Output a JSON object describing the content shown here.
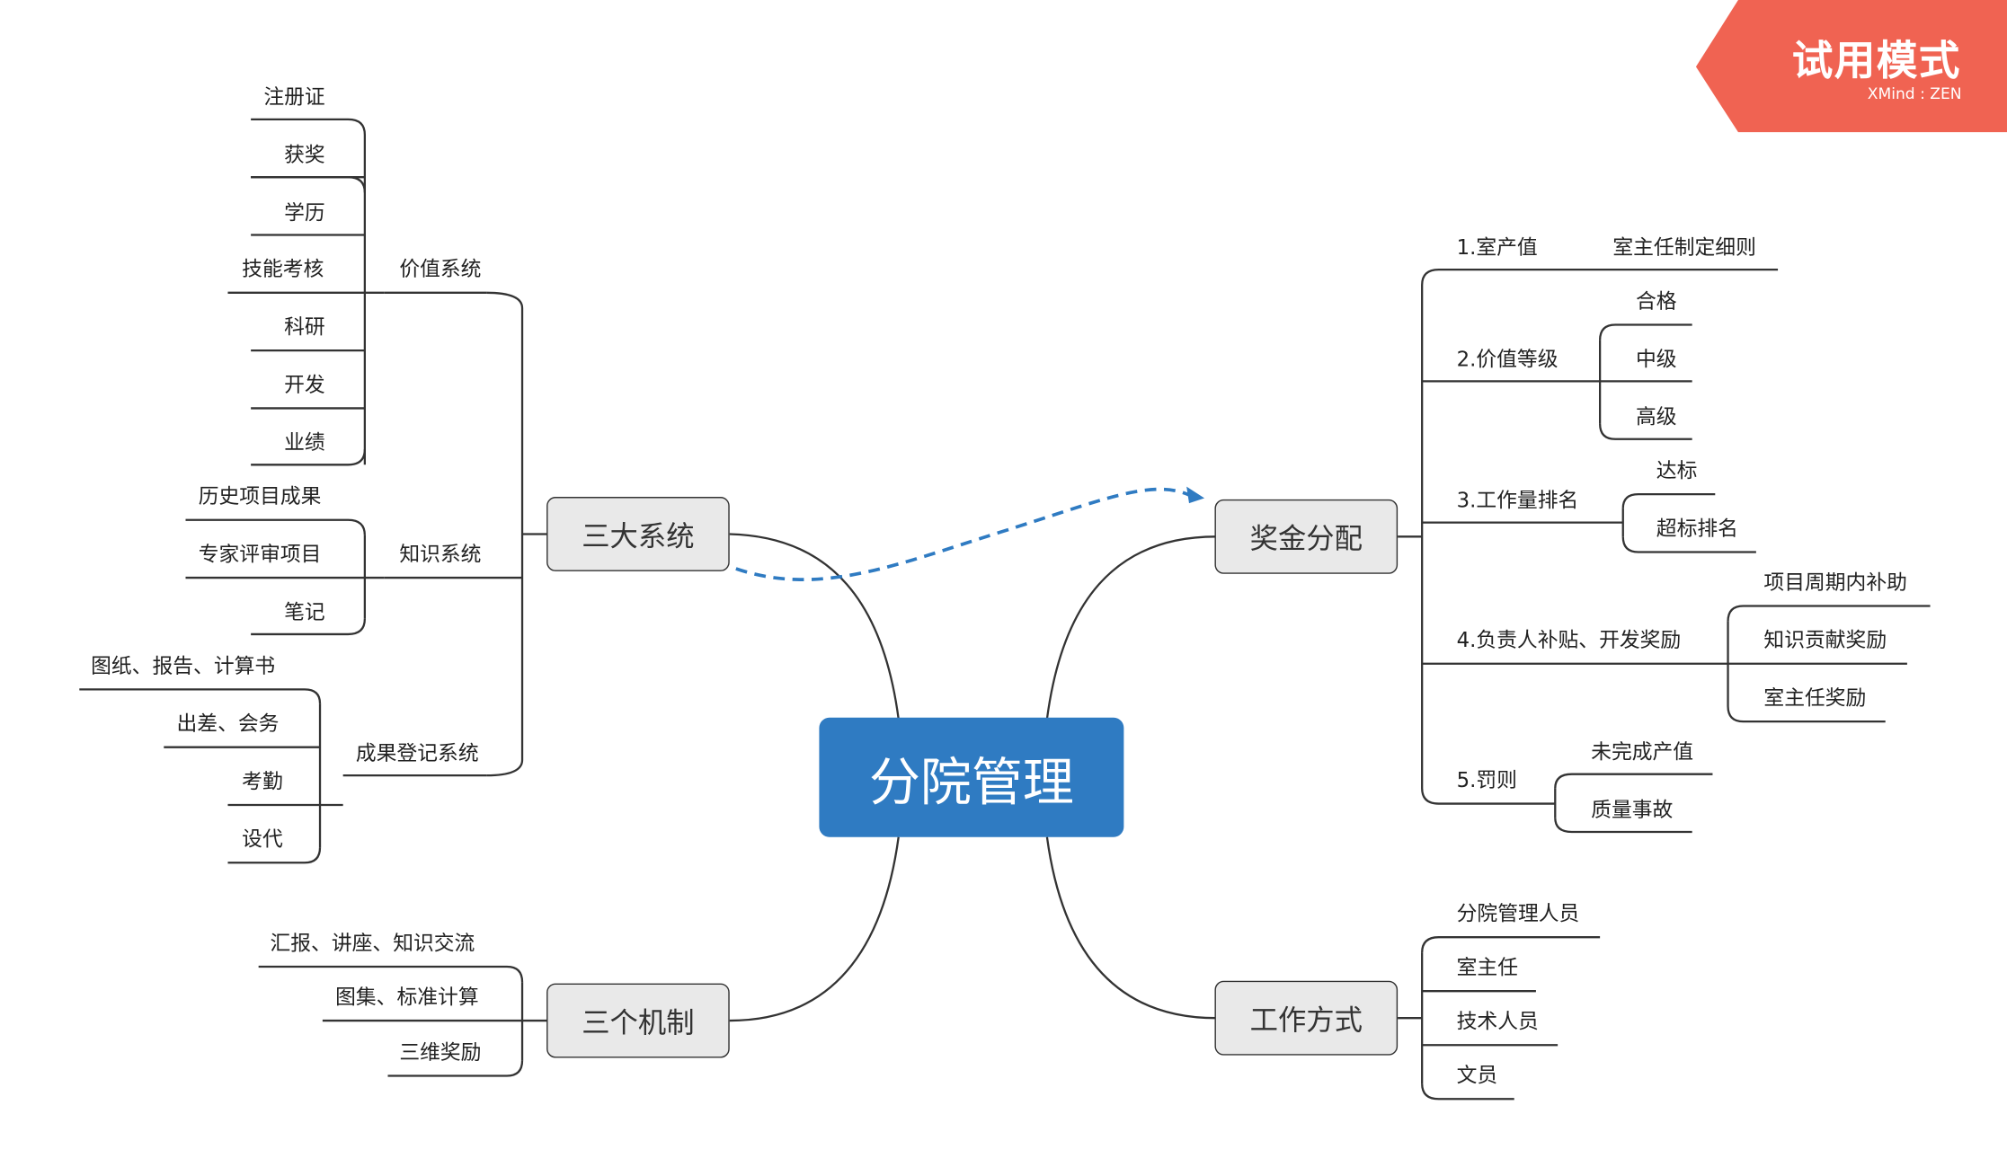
{
  "root": "分院管理",
  "badge": {
    "title": "试用模式",
    "subtitle": "XMind : ZEN",
    "color": "#f06352"
  },
  "colors": {
    "root": "#2f7bc2",
    "relationship": "#2f7bc2",
    "line": "#333333",
    "topic_fill": "#e9e9e9"
  },
  "branches": {
    "sanda": {
      "label": "三大系统",
      "children": [
        {
          "label": "价值系统",
          "children": [
            "注册证",
            "获奖",
            "学历",
            "技能考核",
            "科研",
            "开发",
            "业绩"
          ]
        },
        {
          "label": "知识系统",
          "children": [
            "历史项目成果",
            "专家评审项目",
            "笔记"
          ]
        },
        {
          "label": "成果登记系统",
          "children": [
            "图纸、报告、计算书",
            "出差、会务",
            "考勤",
            "设代"
          ]
        }
      ]
    },
    "sange": {
      "label": "三个机制",
      "children": [
        "汇报、讲座、知识交流",
        "图集、标准计算",
        "三维奖励"
      ]
    },
    "jiangjin": {
      "label": "奖金分配",
      "children": [
        {
          "label": "1.室产值",
          "children": [
            "室主任制定细则"
          ]
        },
        {
          "label": "2.价值等级",
          "children": [
            "合格",
            "中级",
            "高级"
          ]
        },
        {
          "label": "3.工作量排名",
          "children": [
            "达标",
            "超标排名"
          ]
        },
        {
          "label": "4.负责人补贴、开发奖励",
          "children": [
            "项目周期内补助",
            "知识贡献奖励",
            "室主任奖励"
          ]
        },
        {
          "label": "5.罚则",
          "children": [
            "未完成产值",
            "质量事故"
          ]
        }
      ]
    },
    "gongzuo": {
      "label": "工作方式",
      "children": [
        "分院管理人员",
        "室主任",
        "技术人员",
        "文员"
      ]
    }
  }
}
